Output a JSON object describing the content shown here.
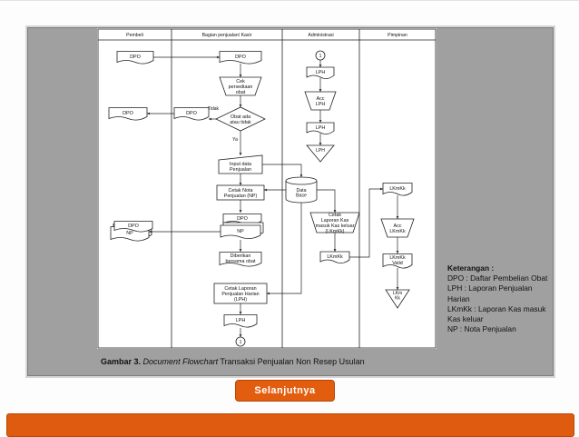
{
  "flowchart": {
    "lanes": [
      "Pembeli",
      "Bagian penjualan/ Kasir",
      "Administrasi",
      "Pimpinan"
    ],
    "shapes": {
      "dpo_pembeli": "DPO",
      "dpo_kasir": "DPO",
      "cek_persediaan": [
        "Cek",
        "persediaan",
        "obat"
      ],
      "obat_ada": [
        "Obat ada",
        "atau tidak"
      ],
      "label_tidak": "Tidak",
      "label_ya": "Ya",
      "dpo_return_kasir": "DPO",
      "dpo_return_pembeli": "DPO",
      "input_data": [
        "Input data",
        "Penjualan"
      ],
      "cetak_nota": [
        "Cetak Nota",
        "Penjualan (NP)"
      ],
      "database": [
        "Data",
        "Base"
      ],
      "dpo_stack": "DPO",
      "np_stack": "NP",
      "dpo_final": "DPO",
      "np_final": "NP",
      "diberikan": [
        "Diberikan",
        "bersama obat"
      ],
      "cetak_laporan_harian": [
        "Cetak Laporan",
        "Penjualan Harian",
        "(LPH)"
      ],
      "lph_kasir": "LPH",
      "connector_1": "1",
      "lph_admin_1": "LPH",
      "acc_lph": [
        "Acc",
        "LPH"
      ],
      "lph_admin_2": "LPH",
      "lph_admin_3": "LPH",
      "cetak_lkmkk": [
        "Cetak",
        "Laporan Kas",
        "masuk Kas keluar",
        "(LKmKk)"
      ],
      "lkmkk_admin": "LKmKk",
      "lkmkk_pimpinan": "LKmKk",
      "acc_lkmkk": [
        "Acc",
        "LKmKk"
      ],
      "lkmkk_valid": [
        "LKmKk",
        "Valid"
      ],
      "lkmkk_final": [
        "LKm",
        "Kk"
      ]
    }
  },
  "caption": {
    "label": "Gambar 3.",
    "title_italic": "Document Flowchart",
    "title_rest": "Transaksi Penjualan Non Resep Usulan"
  },
  "legend": {
    "heading": "Keterangan :",
    "items": [
      "DPO : Daftar Pembelian Obat",
      "LPH : Laporan Penjualan Harian",
      "LKmKk : Laporan Kas masuk Kas keluar",
      "NP : Nota Penjualan"
    ]
  },
  "next_button": "Selanjutnya",
  "colors": {
    "frame": "#a0a0a0",
    "button": "#e35d0f",
    "bar": "#df5b10"
  }
}
